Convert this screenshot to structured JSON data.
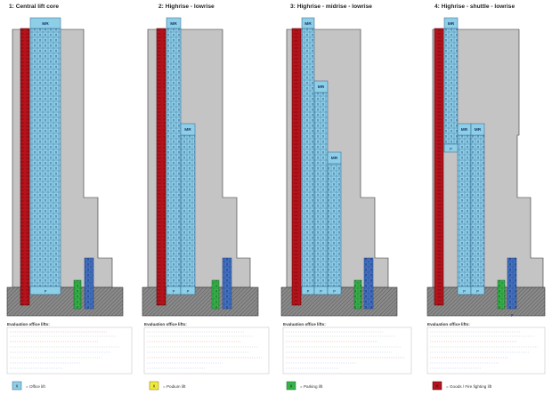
{
  "diagrams": [
    {
      "title": "1: Central lift core",
      "machine_rooms": [
        "MR"
      ],
      "pit_labels": [
        "P"
      ]
    },
    {
      "title": "2: Highrise - lowrise",
      "machine_rooms": [
        "MR",
        "MR"
      ],
      "pit_labels": [
        "P",
        "P"
      ]
    },
    {
      "title": "3: Highrise - midrise - lowrise",
      "machine_rooms": [
        "MR",
        "MR",
        "MR"
      ],
      "pit_labels": [
        "P",
        "P",
        "P"
      ]
    },
    {
      "title": "4: Highrise - shuttle - lowrise",
      "machine_rooms": [
        "MR",
        "MR",
        "MR"
      ],
      "pit_labels": [
        "P",
        "P",
        "P",
        "P"
      ]
    }
  ],
  "evaluation_label": "Evaluation office lifts:",
  "legend": [
    {
      "key": "X",
      "label": "= Office lift",
      "color": "#8ecfe8"
    },
    {
      "key": "X",
      "label": "= Podium lift",
      "color": "#f2ea3a"
    },
    {
      "key": "X",
      "label": "= Parking lift",
      "color": "#36b34a"
    },
    {
      "key": "X",
      "label": "= Goods / Fire fighting lift",
      "color": "#b5121b"
    }
  ],
  "colors": {
    "building": "#c4c4c4",
    "office_lift": "#8ecfe8",
    "podium_lift": "#f2ea3a",
    "parking_lift": "#36b34a",
    "fire_lift": "#b5121b",
    "service_lift": "#4472c4",
    "basement": "#8a8a8a"
  }
}
